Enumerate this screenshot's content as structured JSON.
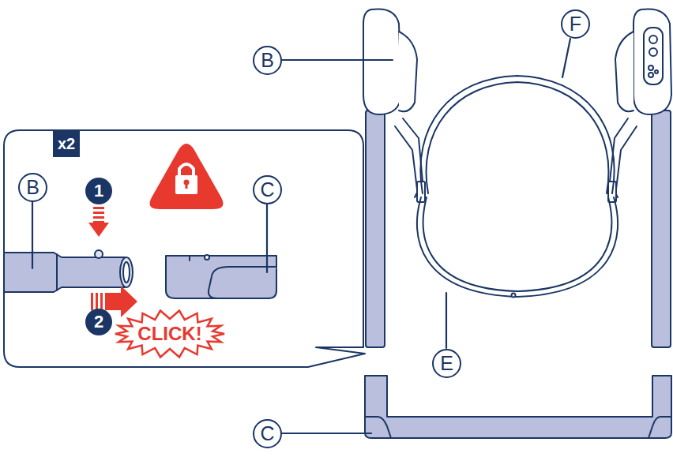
{
  "diagram": {
    "nodes": [
      {
        "text": [
          "F"
        ]
      },
      {
        "text": [
          "B"
        ]
      },
      {
        "text": [
          "x2"
        ]
      },
      {
        "text": [
          "B"
        ]
      },
      {
        "text": [
          "1"
        ]
      },
      {
        "text": [
          "C"
        ]
      },
      {
        "text": [
          "2"
        ]
      },
      {
        "text": [
          "CLICK!"
        ]
      },
      {
        "text": [
          "E"
        ]
      },
      {
        "text": [
          "C"
        ]
      }
    ]
  }
}
